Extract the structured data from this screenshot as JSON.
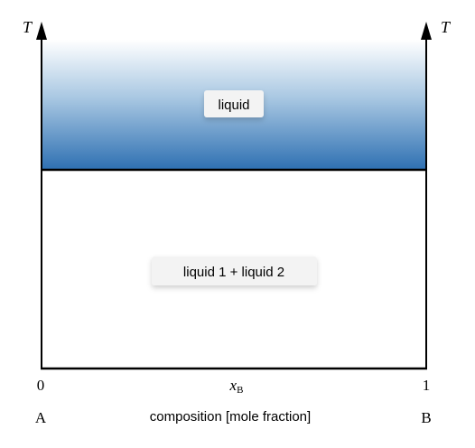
{
  "axes": {
    "left_label": "T",
    "right_label": "T",
    "x_start": "0",
    "x_end": "1",
    "x_var_main": "x",
    "x_var_sub": "B",
    "left_component": "A",
    "right_component": "B",
    "x_caption": "composition [mole fraction]"
  },
  "regions": {
    "upper": "liquid",
    "lower": "liquid 1 + liquid 2"
  },
  "colors": {
    "liquid_top": "#ffffff",
    "liquid_bottom": "#2e70b2",
    "line": "#000000"
  }
}
